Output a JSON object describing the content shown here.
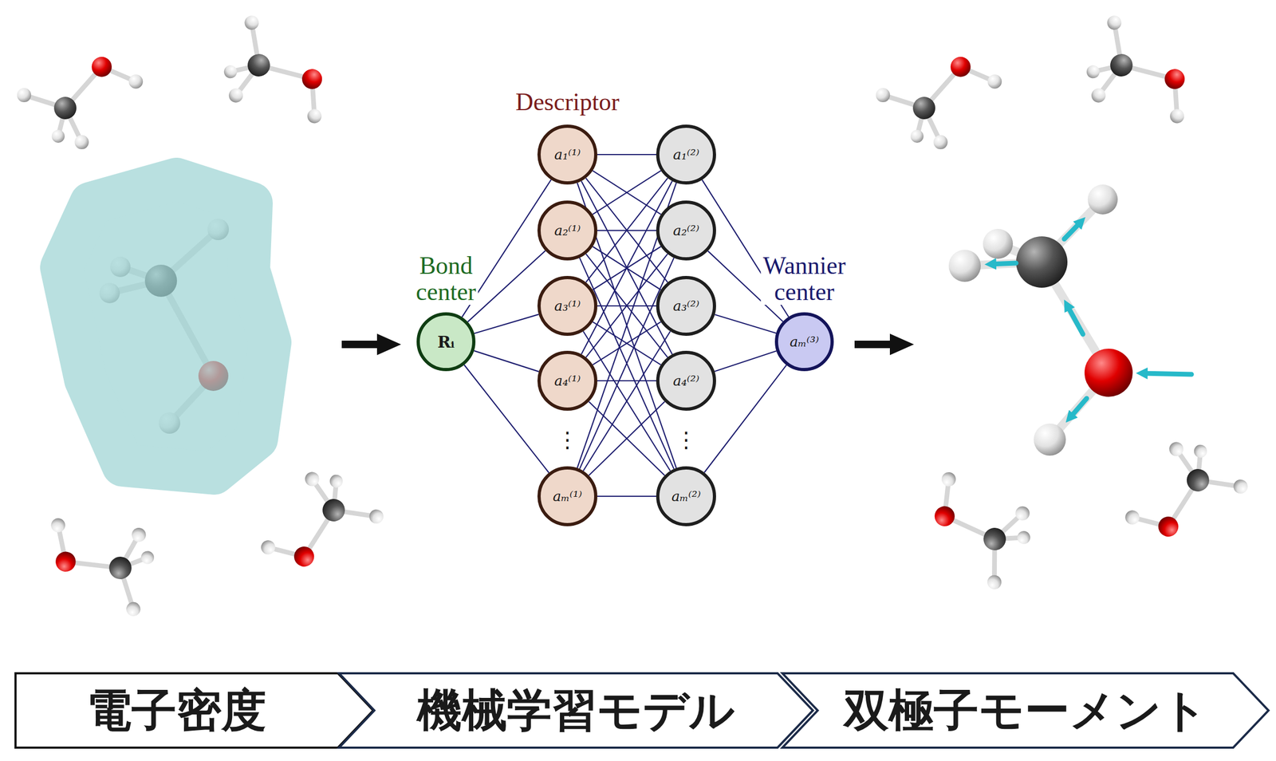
{
  "diagram": {
    "nodes": [
      {
        "text": [
          "Bond center",
          "Rᵢ"
        ]
      },
      {
        "text": [
          "a₁⁽¹⁾"
        ]
      },
      {
        "text": [
          "a₂⁽¹⁾"
        ]
      },
      {
        "text": [
          "a₃⁽¹⁾"
        ]
      },
      {
        "text": [
          "a₄⁽¹⁾"
        ]
      },
      {
        "text": [
          "aₘ⁽¹⁾"
        ]
      },
      {
        "text": [
          "a₁⁽²⁾"
        ]
      },
      {
        "text": [
          "a₂⁽²⁾"
        ]
      },
      {
        "text": [
          "a₃⁽²⁾"
        ]
      },
      {
        "text": [
          "a₄⁽²⁾"
        ]
      },
      {
        "text": [
          "aₘ⁽²⁾"
        ]
      },
      {
        "text": [
          "Wannier center",
          "aₘ⁽³⁾"
        ]
      },
      {
        "text": [
          "電子密度"
        ]
      },
      {
        "text": [
          "機械学習モデル"
        ]
      },
      {
        "text": [
          "双極子モーメント"
        ]
      }
    ],
    "edges": [
      {
        "from": 0,
        "to": 1,
        "arrow": "none"
      },
      {
        "from": 0,
        "to": 2,
        "arrow": "none"
      },
      {
        "from": 0,
        "to": 3,
        "arrow": "none"
      },
      {
        "from": 0,
        "to": 4,
        "arrow": "none"
      },
      {
        "from": 0,
        "to": 5,
        "arrow": "none"
      },
      {
        "from": 1,
        "to": 6,
        "arrow": "none"
      },
      {
        "from": 1,
        "to": 7,
        "arrow": "none"
      },
      {
        "from": 1,
        "to": 8,
        "arrow": "none"
      },
      {
        "from": 1,
        "to": 9,
        "arrow": "none"
      },
      {
        "from": 1,
        "to": 10,
        "arrow": "none"
      },
      {
        "from": 2,
        "to": 6,
        "arrow": "none"
      },
      {
        "from": 2,
        "to": 7,
        "arrow": "none"
      },
      {
        "from": 2,
        "to": 8,
        "arrow": "none"
      },
      {
        "from": 2,
        "to": 9,
        "arrow": "none"
      },
      {
        "from": 2,
        "to": 10,
        "arrow": "none"
      },
      {
        "from": 3,
        "to": 6,
        "arrow": "none"
      },
      {
        "from": 3,
        "to": 7,
        "arrow": "none"
      },
      {
        "from": 3,
        "to": 8,
        "arrow": "none"
      },
      {
        "from": 3,
        "to": 9,
        "arrow": "none"
      },
      {
        "from": 3,
        "to": 10,
        "arrow": "none"
      },
      {
        "from": 4,
        "to": 6,
        "arrow": "none"
      },
      {
        "from": 4,
        "to": 7,
        "arrow": "none"
      },
      {
        "from": 4,
        "to": 8,
        "arrow": "none"
      },
      {
        "from": 4,
        "to": 9,
        "arrow": "none"
      },
      {
        "from": 4,
        "to": 10,
        "arrow": "none"
      },
      {
        "from": 5,
        "to": 6,
        "arrow": "none"
      },
      {
        "from": 5,
        "to": 7,
        "arrow": "none"
      },
      {
        "from": 5,
        "to": 8,
        "arrow": "none"
      },
      {
        "from": 5,
        "to": 9,
        "arrow": "none"
      },
      {
        "from": 5,
        "to": 10,
        "arrow": "none"
      },
      {
        "from": 6,
        "to": 11,
        "arrow": "none"
      },
      {
        "from": 7,
        "to": 11,
        "arrow": "none"
      },
      {
        "from": 8,
        "to": 11,
        "arrow": "none"
      },
      {
        "from": 9,
        "to": 11,
        "arrow": "none"
      },
      {
        "from": 10,
        "to": 11,
        "arrow": "none"
      }
    ],
    "labels": [
      "Descriptor",
      "⋮",
      "⋮"
    ]
  }
}
